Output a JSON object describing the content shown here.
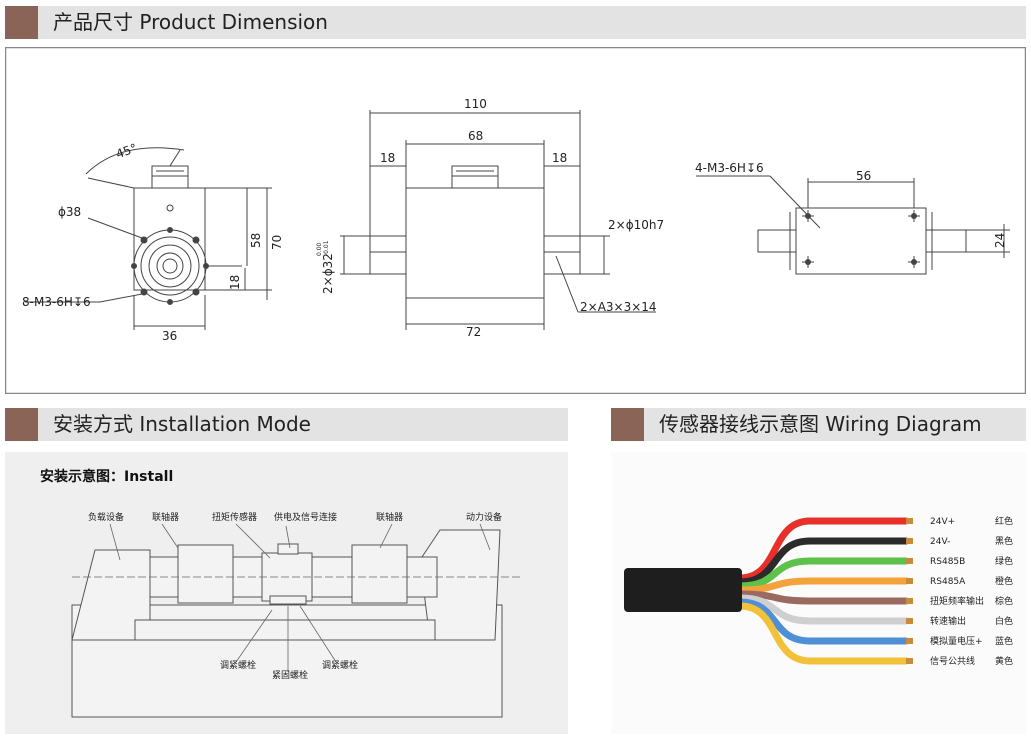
{
  "sections": {
    "dimension": {
      "title": "产品尺寸 Product Dimension"
    },
    "installation": {
      "title": "安装方式 Installation Mode"
    },
    "wiring": {
      "title": "传感器接线示意图 Wiring Diagram"
    }
  },
  "dimension_drawing": {
    "front_view": {
      "angle": "45°",
      "diameter": "ϕ38",
      "height_outer": "70",
      "height_inner": "58",
      "height_center": "18",
      "width": "36",
      "thread": "8-M3-6H↧6"
    },
    "side_view": {
      "total": "110",
      "body": "68",
      "shaft_left": "18",
      "shaft_right": "18",
      "bottom": "72",
      "shaft_dia": "2×ϕ32",
      "tol_upper": "0.00",
      "tol_lower": "-0.01",
      "shaft_fit": "2×ϕ10h7",
      "key": "2×A3×3×14"
    },
    "top_view": {
      "thread": "4-M3-6H↧6",
      "spacing": "56",
      "height": "24"
    }
  },
  "installation_drawing": {
    "title": "安装示意图：Install",
    "labels": {
      "load": "负载设备",
      "coupling_left": "联轴器",
      "sensor": "扭矩传感器",
      "power_signal": "供电及信号连接",
      "coupling_right": "联轴器",
      "power": "动力设备",
      "adjust_left": "调紧螺栓",
      "fasten": "紧固螺栓",
      "adjust_right": "调紧螺栓"
    }
  },
  "wiring": {
    "wires": [
      {
        "signal": "24V+",
        "color_name": "红色",
        "color": "#e8302a"
      },
      {
        "signal": "24V-",
        "color_name": "黑色",
        "color": "#2b2b2b"
      },
      {
        "signal": "RS485B",
        "color_name": "绿色",
        "color": "#5cc24a"
      },
      {
        "signal": "RS485A",
        "color_name": "橙色",
        "color": "#f4a23c"
      },
      {
        "signal": "扭矩频率输出",
        "color_name": "棕色",
        "color": "#9a6a60"
      },
      {
        "signal": "转速输出",
        "color_name": "白色",
        "color": "#e6e6e6"
      },
      {
        "signal": "模拟量电压+",
        "color_name": "蓝色",
        "color": "#4f8fd6"
      },
      {
        "signal": "信号公共线",
        "color_name": "黄色",
        "color": "#f2c13a"
      }
    ]
  }
}
